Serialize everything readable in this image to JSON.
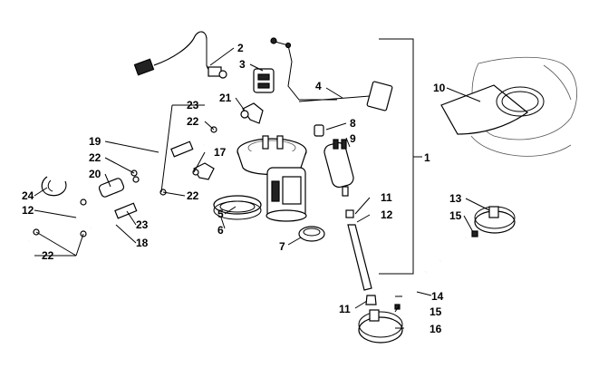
{
  "diagram": {
    "callouts": [
      {
        "id": "c1",
        "text": "1"
      },
      {
        "id": "c2",
        "text": "2"
      },
      {
        "id": "c3",
        "text": "3"
      },
      {
        "id": "c4",
        "text": "4"
      },
      {
        "id": "c5",
        "text": "5"
      },
      {
        "id": "c6",
        "text": "6"
      },
      {
        "id": "c7",
        "text": "7"
      },
      {
        "id": "c8",
        "text": "8"
      },
      {
        "id": "c9",
        "text": "9"
      },
      {
        "id": "c10",
        "text": "10"
      },
      {
        "id": "c11a",
        "text": "11"
      },
      {
        "id": "c11b",
        "text": "11"
      },
      {
        "id": "c12a",
        "text": "12"
      },
      {
        "id": "c12b",
        "text": "12"
      },
      {
        "id": "c13",
        "text": "13"
      },
      {
        "id": "c14",
        "text": "14"
      },
      {
        "id": "c15a",
        "text": "15"
      },
      {
        "id": "c15b",
        "text": "15"
      },
      {
        "id": "c16",
        "text": "16"
      },
      {
        "id": "c17",
        "text": "17"
      },
      {
        "id": "c18",
        "text": "18"
      },
      {
        "id": "c19",
        "text": "19"
      },
      {
        "id": "c20",
        "text": "20"
      },
      {
        "id": "c21",
        "text": "21"
      },
      {
        "id": "c22a",
        "text": "22"
      },
      {
        "id": "c22b",
        "text": "22"
      },
      {
        "id": "c22c",
        "text": "22"
      },
      {
        "id": "c22d",
        "text": "22"
      },
      {
        "id": "c23a",
        "text": "23"
      },
      {
        "id": "c23b",
        "text": "23"
      },
      {
        "id": "c24",
        "text": "24"
      }
    ]
  }
}
